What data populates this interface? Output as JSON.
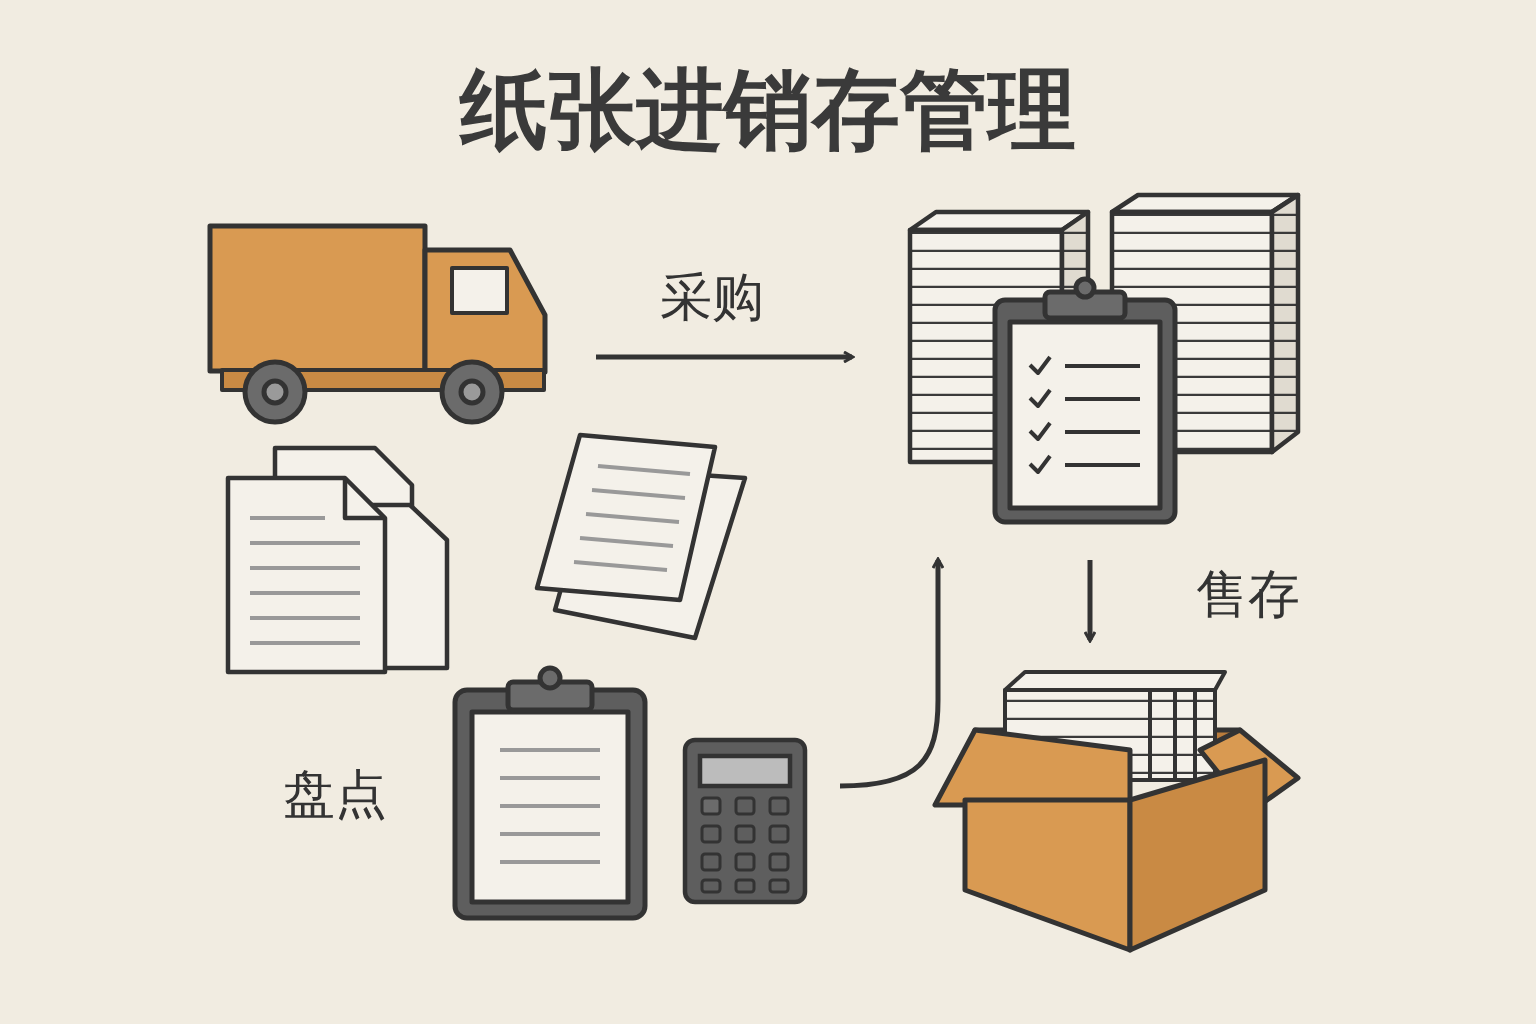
{
  "diagram": {
    "title": "纸张进销存管理",
    "labels": [
      "采购",
      "售存",
      "盘点"
    ]
  }
}
